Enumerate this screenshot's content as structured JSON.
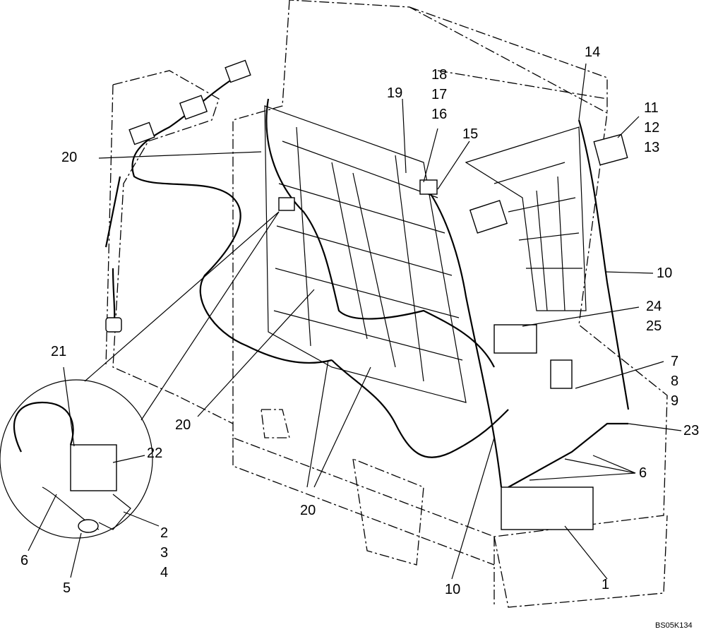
{
  "drawing_code": "BS05K134",
  "callouts": {
    "c1": "1",
    "c2": "2",
    "c3": "3",
    "c4": "4",
    "c5": "5",
    "c6_left": "6",
    "c6_right": "6",
    "c7": "7",
    "c8": "8",
    "c9": "9",
    "c10_right": "10",
    "c10_bottom": "10",
    "c11": "11",
    "c12": "12",
    "c13": "13",
    "c14": "14",
    "c15": "15",
    "c16": "16",
    "c17": "17",
    "c18": "18",
    "c19": "19",
    "c20_top": "20",
    "c20_mid": "20",
    "c20_bottom": "20",
    "c21": "21",
    "c22": "22",
    "c23": "23",
    "c24": "24",
    "c25": "25"
  }
}
